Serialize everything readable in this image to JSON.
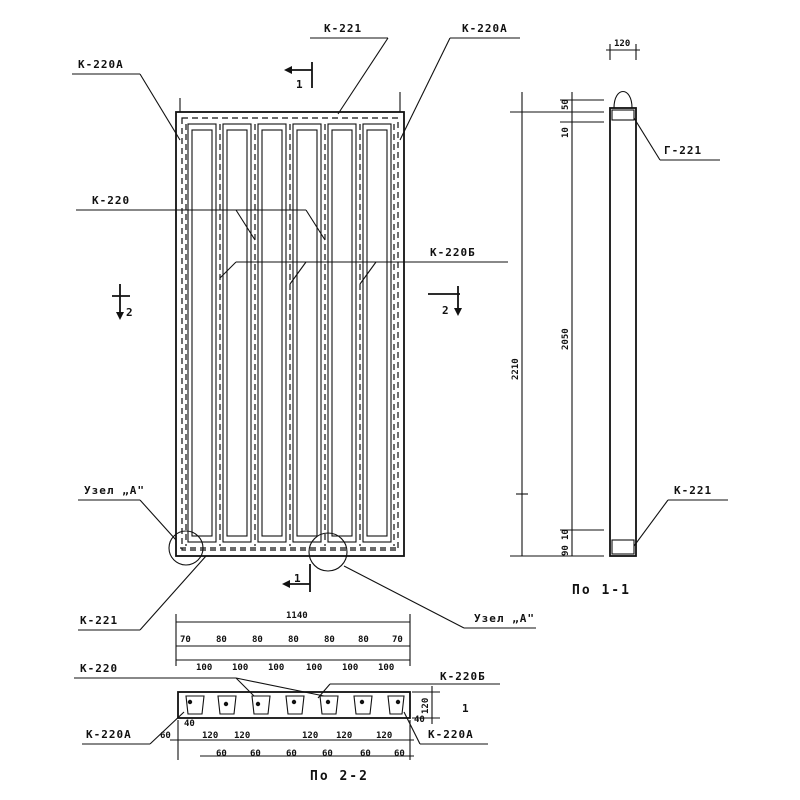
{
  "labels": {
    "k221_top": "К-221",
    "k220a_topleft": "К-220А",
    "k220a_topright": "К-220А",
    "k220_mid_left": "К-220",
    "k220b_mid_right": "К-220Б",
    "k221_bottom_left": "К-221",
    "knot_a_left": "Узел „А\"",
    "knot_a_right": "Узел „А\"",
    "r221_side": "Г-221",
    "k221_side_bottom": "К-221",
    "k220_section": "К-220",
    "k220b_section": "К-220Б",
    "k220a_section_left": "К-220А",
    "k220a_section_right": "К-220А"
  },
  "section_marks": {
    "mark_1_top": "1",
    "mark_1_bottom": "1",
    "mark_2_left": "2",
    "mark_2_right": "2",
    "mark_1_section": "1"
  },
  "titles": {
    "side_section": "По 1-1",
    "cross_section": "По 2-2"
  },
  "dimensions": {
    "side_width": "120",
    "side_top_50": "50",
    "side_top_10": "10",
    "side_total": "2210",
    "side_inner": "2050",
    "side_bottom_10": "10",
    "side_bottom_90": "90",
    "plan_total": "1140",
    "plan_top_row": [
      "70",
      "80",
      "80",
      "80",
      "80",
      "80",
      "70"
    ],
    "plan_bottom_row": [
      "100",
      "100",
      "100",
      "100",
      "100",
      "100"
    ],
    "section_height": "120",
    "section_40_left": "40",
    "section_40_right": "40",
    "section_60": "60",
    "section_mid_row": [
      "120",
      "120",
      "120",
      "120",
      "120"
    ],
    "section_bottom_row": [
      "60",
      "60",
      "60",
      "60",
      "60",
      "60"
    ]
  }
}
